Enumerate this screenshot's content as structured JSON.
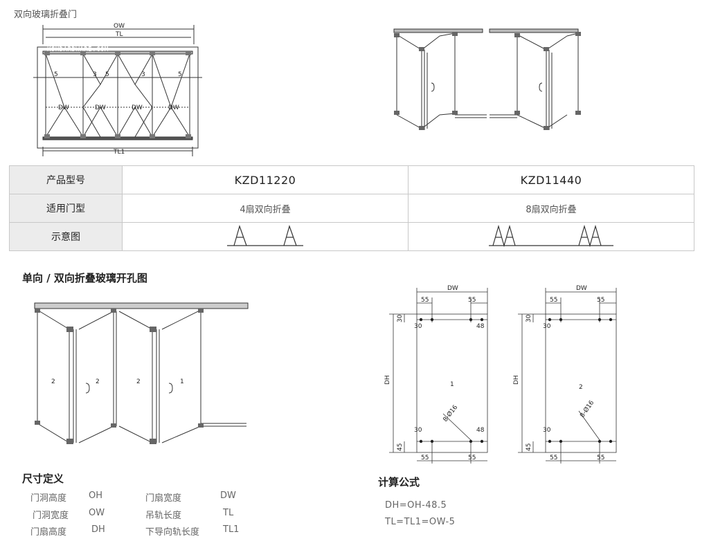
{
  "top_caption": "双向玻璃折叠门",
  "watermark": "KSHDARDWARE.COM",
  "top_drawing": {
    "ow": "OW",
    "tl": "TL",
    "tl1": "TL1",
    "dw": "DW",
    "dim_5": "5",
    "dim_3": "3"
  },
  "table": {
    "rows": [
      {
        "label": "产品型号",
        "col1": "KZD11220",
        "col2": "KZD11440"
      },
      {
        "label": "适用门型",
        "col1": "4扇双向折叠",
        "col2": "8扇双向折叠"
      },
      {
        "label": "示意图"
      }
    ]
  },
  "section_title": "单向 / 双向折叠玻璃开孔图",
  "panel_numbers": [
    "2",
    "2",
    "2",
    "1"
  ],
  "hole_diagrams": [
    {
      "panel_no": "1",
      "dw": "DW",
      "dh": "DH",
      "d55": "55",
      "d30": "30",
      "d48": "48",
      "d45": "45",
      "hole": "8-Ø16"
    },
    {
      "panel_no": "2",
      "dw": "DW",
      "dh": "DH",
      "d55": "55",
      "d30": "30",
      "d45": "45",
      "hole": "8-Ø16"
    }
  ],
  "dimension_title": "尺寸定义",
  "definitions": [
    {
      "name": "门洞高度",
      "code": "OH"
    },
    {
      "name": "门洞宽度",
      "code": "OW"
    },
    {
      "name": "门扇高度",
      "code": "DH"
    },
    {
      "name": "门扇宽度",
      "code": "DW"
    },
    {
      "name": "吊轨长度",
      "code": "TL"
    },
    {
      "name": "下导向轨长度",
      "code": "TL1"
    }
  ],
  "formula_title": "计算公式",
  "formulas": [
    "DH=OH-48.5",
    "TL=TL1=OW-5"
  ]
}
